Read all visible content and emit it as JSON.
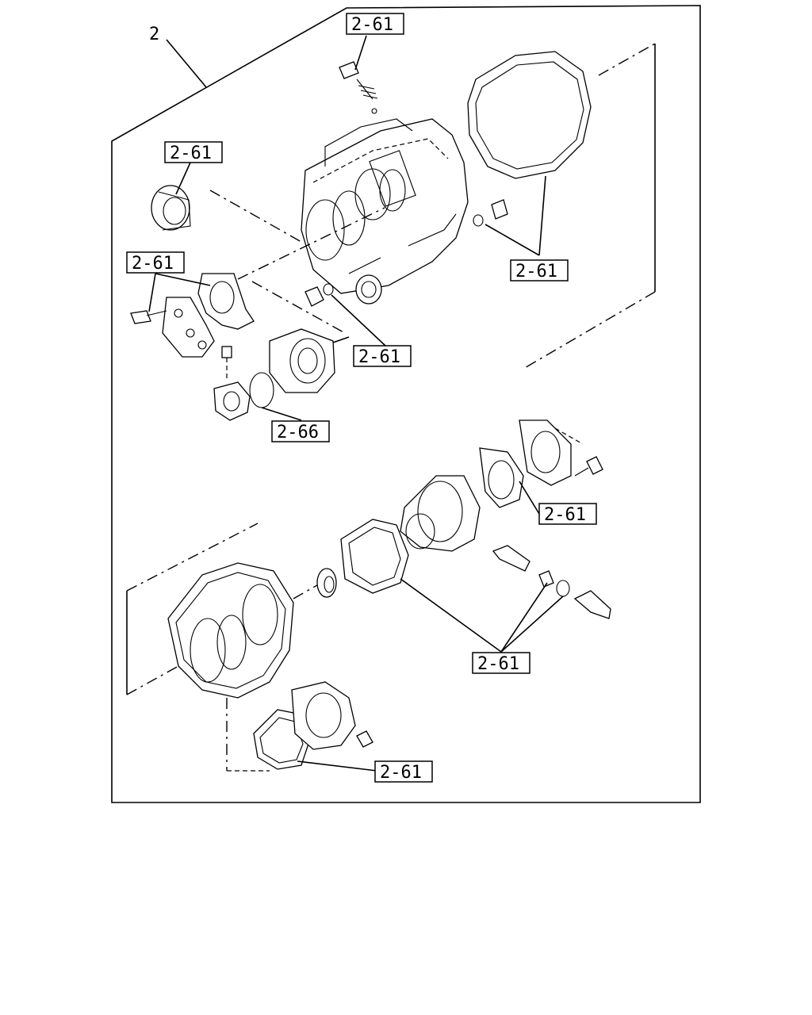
{
  "assembly_number": "2",
  "callouts": [
    {
      "id": "c1",
      "text": "2-61"
    },
    {
      "id": "c2",
      "text": "2-61"
    },
    {
      "id": "c3",
      "text": "2-61"
    },
    {
      "id": "c4",
      "text": "2-61"
    },
    {
      "id": "c5",
      "text": "2-61"
    },
    {
      "id": "c6",
      "text": "2-66"
    },
    {
      "id": "c7",
      "text": "2-61"
    },
    {
      "id": "c8",
      "text": "2-61"
    },
    {
      "id": "c9",
      "text": "2-61"
    }
  ]
}
